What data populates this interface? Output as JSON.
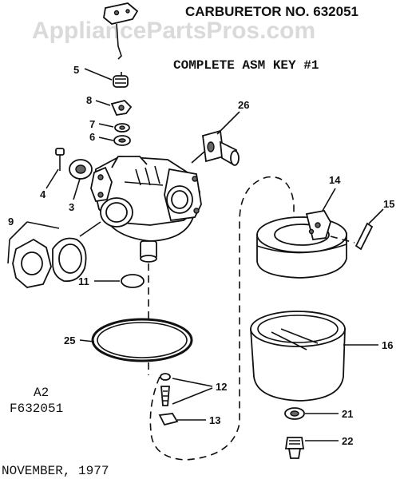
{
  "header": {
    "title": "CARBURETOR NO. 632051",
    "subtitle": "COMPLETE ASM KEY #1",
    "watermark": "AppliancePartsPros.com"
  },
  "model": {
    "line1": "A2",
    "line2": "F632051"
  },
  "footer": {
    "date": "NOVEMBER, 1977"
  },
  "callouts": {
    "p3": "3",
    "p4": "4",
    "p5": "5",
    "p6": "6",
    "p7": "7",
    "p8": "8",
    "p9": "9",
    "p11": "11",
    "p12": "12",
    "p13": "13",
    "p14": "14",
    "p15": "15",
    "p16": "16",
    "p21": "21",
    "p22": "22",
    "p25": "25",
    "p26": "26"
  }
}
